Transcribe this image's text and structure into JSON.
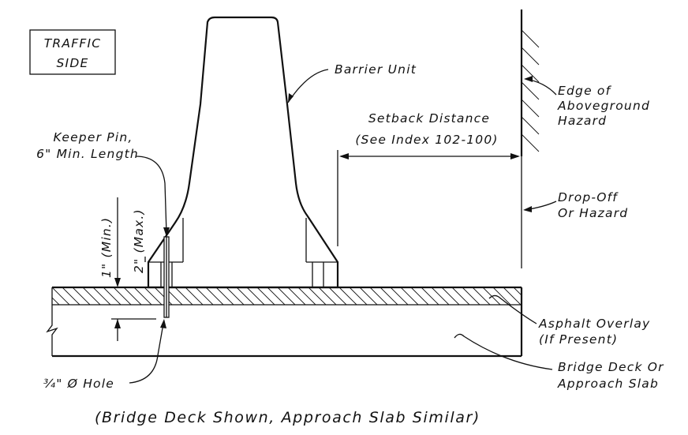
{
  "labels": {
    "traffic_side_line1": "TRAFFIC",
    "traffic_side_line2": "SIDE",
    "barrier_unit": "Barrier Unit",
    "edge_hazard_line1": "Edge of",
    "edge_hazard_line2": "Aboveground",
    "edge_hazard_line3": "Hazard",
    "setback_line1": "Setback Distance",
    "setback_line2": "(See Index 102-100)",
    "keeper_pin_line1": "Keeper Pin,",
    "keeper_pin_line2": "6\" Min. Length",
    "min_dim": "1\" (Min.)",
    "max_dim": "2\" (Max.)",
    "dropoff_line1": "Drop-Off",
    "dropoff_line2": "Or Hazard",
    "asphalt_line1": "Asphalt Overlay",
    "asphalt_line2": "(If Present)",
    "deck_line1": "Bridge Deck Or",
    "deck_line2": "Approach Slab",
    "hole": "¾\" Ø Hole",
    "caption": "(Bridge Deck Shown, Approach Slab Similar)"
  }
}
